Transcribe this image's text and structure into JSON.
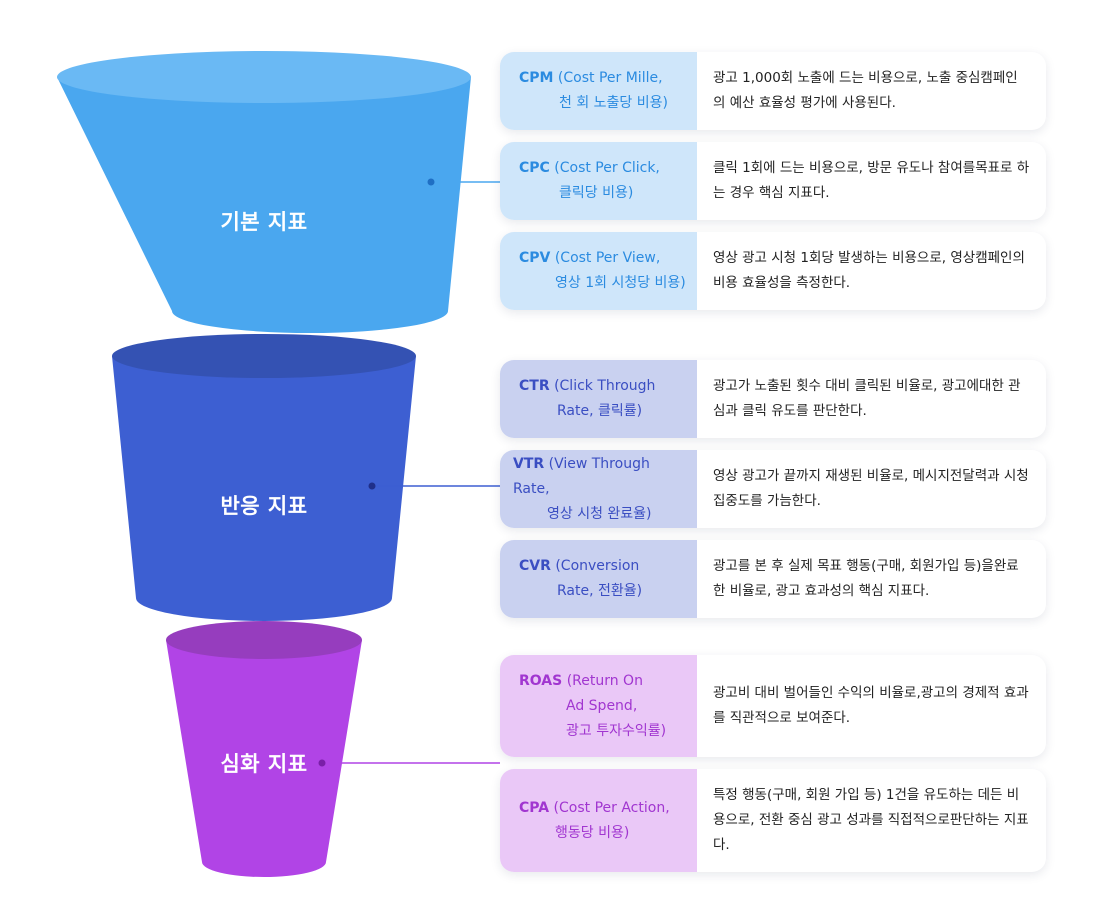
{
  "colors": {
    "basic": "#4aa7ef",
    "reaction": "#3d5fd2",
    "deep": "#b144e6"
  },
  "stages": [
    {
      "label": "기본 지표",
      "metrics": [
        {
          "abbr": "CPM",
          "full": [
            "(Cost Per Mille,",
            "천 회 노출당 비용)"
          ],
          "desc": [
            "광고 1,000회 노출에 드는 비용으로, 노출 중심",
            "캠페인의 예산 효율성 평가에 사용된다."
          ]
        },
        {
          "abbr": "CPC",
          "full": [
            "(Cost Per Click,",
            "클릭당 비용)"
          ],
          "desc": [
            "클릭 1회에 드는 비용으로, 방문 유도나 참여를",
            "목표로 하는 경우 핵심 지표다."
          ]
        },
        {
          "abbr": "CPV",
          "full": [
            "(Cost Per View,",
            "영상 1회 시청당 비용)"
          ],
          "desc": [
            "영상 광고 시청 1회당 발생하는 비용으로, 영상",
            "캠페인의 비용 효율성을 측정한다."
          ]
        }
      ]
    },
    {
      "label": "반응 지표",
      "metrics": [
        {
          "abbr": "CTR",
          "full": [
            "(Click Through",
            "Rate, 클릭률)"
          ],
          "desc": [
            "광고가 노출된 횟수 대비 클릭된 비율로, 광고에",
            "대한 관심과 클릭 유도를 판단한다."
          ]
        },
        {
          "abbr": "VTR",
          "full": [
            "(View Through Rate,",
            "영상 시청 완료율)"
          ],
          "desc": [
            "영상 광고가 끝까지 재생된 비율로, 메시지",
            "전달력과 시청 집중도를 가늠한다."
          ]
        },
        {
          "abbr": "CVR",
          "full": [
            "(Conversion",
            "Rate, 전환율)"
          ],
          "desc": [
            "광고를 본 후 실제 목표 행동(구매, 회원가입 등)을",
            "완료한 비율로, 광고 효과성의 핵심 지표다."
          ]
        }
      ]
    },
    {
      "label": "심화 지표",
      "metrics": [
        {
          "abbr": "ROAS",
          "full": [
            "(Return On",
            "Ad Spend,",
            "광고 투자수익률)"
          ],
          "desc": [
            "광고비 대비 벌어들인 수익의 비율로,",
            "광고의 경제적 효과를 직관적으로 보여준다."
          ]
        },
        {
          "abbr": "CPA",
          "full": [
            "(Cost Per Action,",
            "행동당 비용)"
          ],
          "desc": [
            "특정 행동(구매, 회원 가입 등) 1건을 유도하는 데",
            "든 비용으로, 전환 중심 광고 성과를 직접적으로",
            "판단하는 지표다."
          ]
        }
      ]
    }
  ]
}
